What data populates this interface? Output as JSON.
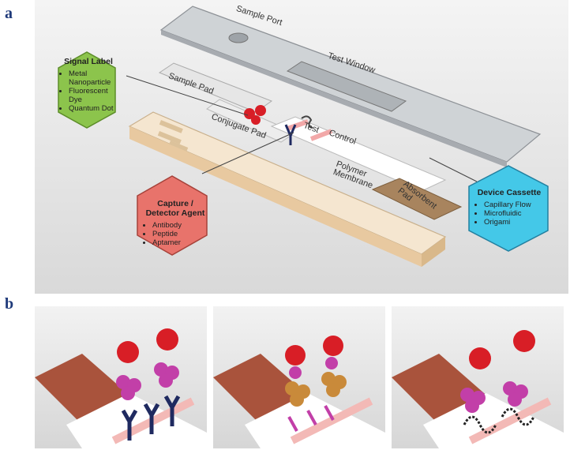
{
  "panel_labels": {
    "a": "a",
    "b": "b"
  },
  "components": {
    "sample_port": "Sample Port",
    "test_window": "Test Window",
    "sample_pad": "Sample Pad",
    "conjugate_pad": "Conjugate Pad",
    "test": "Test",
    "control": "Control",
    "polymer_membrane": "Polymer Membrane",
    "absorbent_pad": "Absorbent Pad"
  },
  "signal_label": {
    "title": "Signal Label",
    "items": [
      "Metal Nanoparticle",
      "Fluorescent Dye",
      "Quantum Dot"
    ]
  },
  "capture_agent": {
    "title": "Capture / Detector Agent",
    "items": [
      "Antibody",
      "Peptide",
      "Aptamer"
    ]
  },
  "device_cassette": {
    "title": "Device Cassette",
    "items": [
      "Capillary Flow",
      "Microfluidic",
      "Origami"
    ]
  },
  "colors": {
    "signal_hex": "#8cc44c",
    "capture_hex": "#e8736b",
    "cassette_hex": "#44c8e8",
    "absorbent_pad": "#a8845e",
    "nanoparticle": "#d81e26",
    "bead_magenta": "#c23fa8",
    "bead_gold": "#c98a3a"
  }
}
